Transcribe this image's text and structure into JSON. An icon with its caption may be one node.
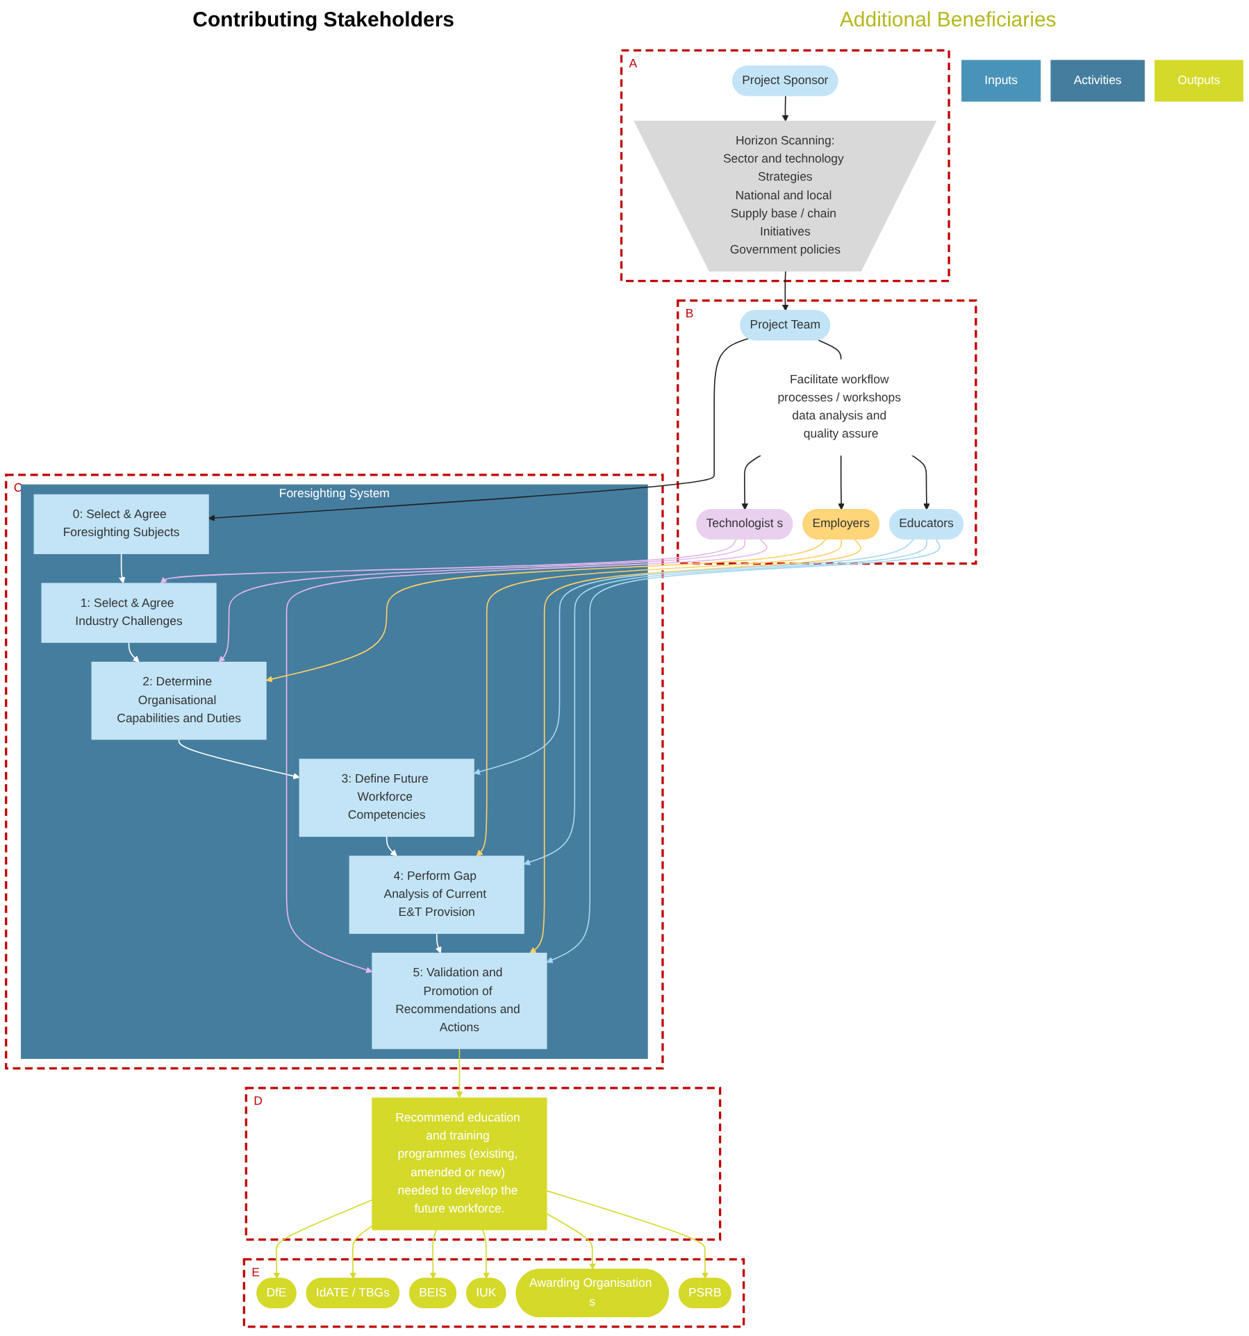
{
  "diagram": {
    "nodes": [
      {
        "text": [
          "Inputs"
        ]
      },
      {
        "text": [
          "Activities"
        ]
      },
      {
        "text": [
          "Outputs"
        ]
      },
      {
        "text": [
          "A"
        ]
      },
      {
        "text": [
          "Project Sponsor"
        ],
        "in": 3
      },
      {
        "text": [
          "Horizon Scanning:",
          "Sector and technology Strategies",
          "National and local Supply base / chain Initiatives",
          "Government policies"
        ],
        "in": 3
      },
      {
        "text": [
          "B"
        ]
      },
      {
        "text": [
          "Project Team"
        ],
        "in": 6
      },
      {
        "text": [
          "Facilitate workflow processes / workshops data analysis and quality assure"
        ],
        "in": 6
      },
      {
        "text": [
          "Technologist s"
        ],
        "in": 6
      },
      {
        "text": [
          "Employers"
        ],
        "in": 6
      },
      {
        "text": [
          "Educators"
        ],
        "in": 6
      },
      {
        "text": [
          "C"
        ]
      },
      {
        "text": [
          "Foresighting System"
        ],
        "in": 12
      },
      {
        "text": [
          "0: Select & Agree Foresighting Subjects"
        ],
        "in": 13
      },
      {
        "text": [
          "1: Select & Agree Industry Challenges"
        ],
        "in": 13
      },
      {
        "text": [
          "2: Determine Organisational Capabilities and Duties"
        ],
        "in": 13
      },
      {
        "text": [
          "3: Define Future Workforce Competencies"
        ],
        "in": 13
      },
      {
        "text": [
          "4: Perform Gap Analysis of Current E&T Provision"
        ],
        "in": 13
      },
      {
        "text": [
          "5: Validation and Promotion of Recommendations and Actions"
        ],
        "in": 13
      },
      {
        "text": [
          "D"
        ]
      },
      {
        "text": [
          "Recommend education and training programmes (existing, amended or new) needed to develop the future workforce."
        ],
        "in": 20
      },
      {
        "text": [
          "E"
        ]
      },
      {
        "text": [
          "DfE"
        ],
        "in": 22
      },
      {
        "text": [
          "IdATE / TBGs"
        ],
        "in": 22
      },
      {
        "text": [
          "BEIS"
        ],
        "in": 22
      },
      {
        "text": [
          "IUK"
        ],
        "in": 22
      },
      {
        "text": [
          "Awarding Organisation s"
        ],
        "in": 22
      },
      {
        "text": [
          "PSRB"
        ],
        "in": 22
      }
    ],
    "edges": [
      {
        "from": 4,
        "to": 5,
        "arrow": "to"
      },
      {
        "from": 5,
        "to": 7,
        "arrow": "to"
      },
      {
        "from": 7,
        "to": 14,
        "arrow": "to"
      },
      {
        "from": 7,
        "to": 8,
        "arrow": "none"
      },
      {
        "from": 8,
        "to": 9,
        "arrow": "to"
      },
      {
        "from": 8,
        "to": 10,
        "arrow": "to"
      },
      {
        "from": 8,
        "to": 11,
        "arrow": "to"
      },
      {
        "from": 14,
        "to": 15,
        "arrow": "to",
        "color": "#ffffff"
      },
      {
        "from": 15,
        "to": 16,
        "arrow": "to",
        "color": "#ffffff"
      },
      {
        "from": 16,
        "to": 17,
        "arrow": "to",
        "color": "#ffffff"
      },
      {
        "from": 17,
        "to": 18,
        "arrow": "to",
        "color": "#ffffff"
      },
      {
        "from": 18,
        "to": 19,
        "arrow": "to",
        "color": "#ffffff"
      },
      {
        "from": 9,
        "to": 15,
        "arrow": "to",
        "color": "#e6b8ec"
      },
      {
        "from": 9,
        "to": 16,
        "arrow": "to",
        "color": "#e6b8ec"
      },
      {
        "from": 9,
        "to": 19,
        "arrow": "to",
        "color": "#e6b8ec"
      },
      {
        "from": 10,
        "to": 16,
        "arrow": "to",
        "color": "#ffd166"
      },
      {
        "from": 10,
        "to": 18,
        "arrow": "to",
        "color": "#ffd166"
      },
      {
        "from": 10,
        "to": 19,
        "arrow": "to",
        "color": "#ffd166"
      },
      {
        "from": 11,
        "to": 17,
        "arrow": "to",
        "color": "#a9d8f0"
      },
      {
        "from": 11,
        "to": 18,
        "arrow": "to",
        "color": "#a9d8f0"
      },
      {
        "from": 11,
        "to": 19,
        "arrow": "to",
        "color": "#a9d8f0"
      },
      {
        "from": 19,
        "to": 21,
        "arrow": "to",
        "color": "#d4d92a"
      },
      {
        "from": 21,
        "to": 23,
        "arrow": "to",
        "color": "#d4d92a"
      },
      {
        "from": 21,
        "to": 24,
        "arrow": "to",
        "color": "#d4d92a"
      },
      {
        "from": 21,
        "to": 25,
        "arrow": "to",
        "color": "#d4d92a"
      },
      {
        "from": 21,
        "to": 26,
        "arrow": "to",
        "color": "#d4d92a"
      },
      {
        "from": 21,
        "to": 27,
        "arrow": "to",
        "color": "#d4d92a"
      },
      {
        "from": 21,
        "to": 28,
        "arrow": "to",
        "color": "#d4d92a"
      }
    ],
    "labels": [
      "Contributing Stakeholders",
      "Additional Beneficiaries"
    ]
  }
}
